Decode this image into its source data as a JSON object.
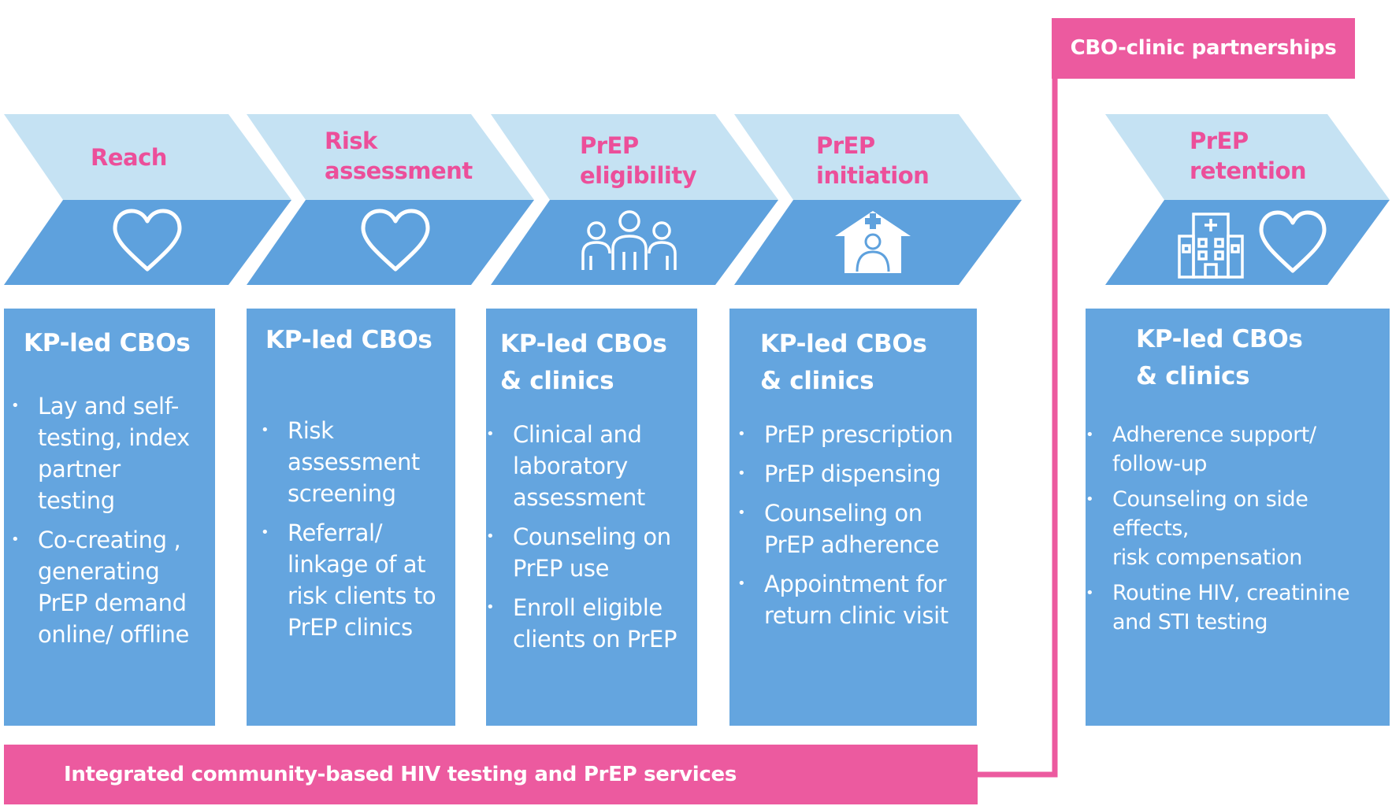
{
  "partnership_banner": "CBO-clinic partnerships",
  "bottom_banner": "Integrated community-based HIV testing and PrEP services",
  "steps": [
    {
      "label": "Reach",
      "icon": "heart-icon",
      "title": "KP-led CBOs",
      "items": [
        "Lay and self-\ntesting, index\npartner\ntesting",
        "Co-creating ,\ngenerating\nPrEP demand\nonline/ offline"
      ]
    },
    {
      "label": "Risk\nassessment",
      "icon": "heart-icon",
      "title": "KP-led CBOs",
      "items": [
        "Risk\nassessment\nscreening",
        "Referral/\nlinkage of at\nrisk clients to\nPrEP clinics"
      ]
    },
    {
      "label": "PrEP\neligibility",
      "icon": "people-group-icon",
      "title": "KP-led CBOs\n& clinics",
      "items": [
        "Clinical and\nlaboratory\nassessment",
        "Counseling on\nPrEP use",
        "Enroll eligible\nclients on PrEP"
      ]
    },
    {
      "label": "PrEP\ninitiation",
      "icon": "clinic-doctor-icon",
      "title": "KP-led CBOs\n& clinics",
      "items": [
        "PrEP prescription",
        "PrEP dispensing",
        "Counseling on\nPrEP adherence",
        "Appointment for\nreturn clinic visit"
      ]
    },
    {
      "label": "PrEP\nretention",
      "icon": "hospital-heart-icon",
      "title": "KP-led CBOs\n& clinics",
      "items": [
        "Adherence support/\nfollow-up",
        "Counseling on side effects,\nrisk compensation",
        "Routine HIV, creatinine\nand STI testing"
      ]
    }
  ],
  "colors": {
    "chevron_light": "#c5e2f3",
    "chevron_dark": "#5ea1dd",
    "card_blue": "#64a5df",
    "pink": "#ec5a9f",
    "label_pink": "#ec4f9a"
  }
}
